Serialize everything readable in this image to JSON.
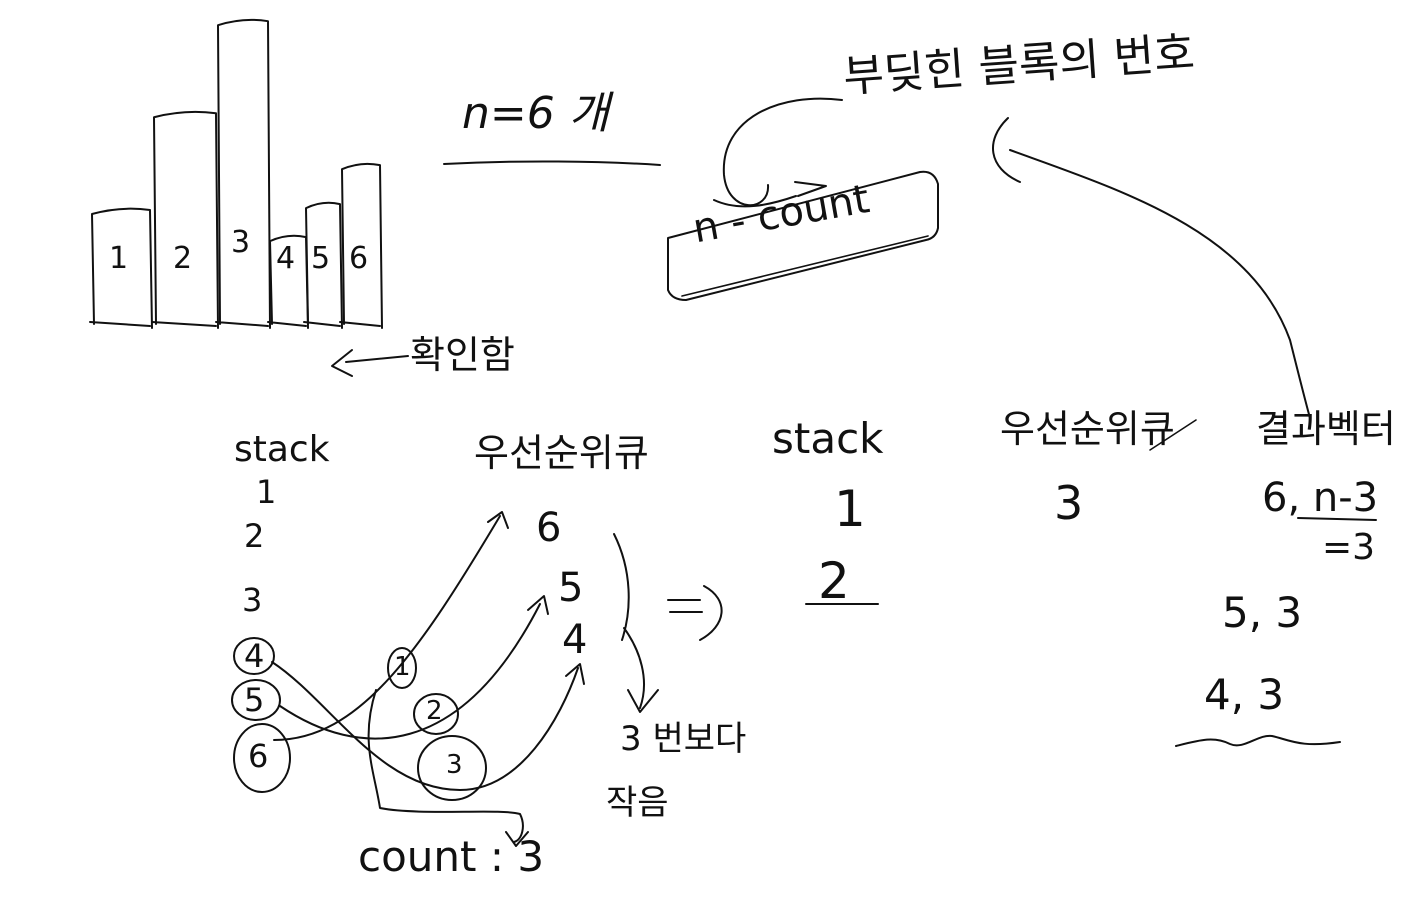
{
  "bars": {
    "labels": [
      "1",
      "2",
      "3",
      "4",
      "5",
      "6"
    ],
    "relative_heights": [
      1.0,
      1.82,
      2.6,
      0.77,
      1.05,
      1.38
    ]
  },
  "header": {
    "n_count_text": "n=6 개",
    "formula_text": "n - count",
    "note_top_right": "부딪힌 블록의 번호",
    "confirm_label": "확인함"
  },
  "left_stack": {
    "title": "stack",
    "items": [
      "1",
      "2",
      "3",
      "4",
      "5",
      "6"
    ]
  },
  "left_priority_queue": {
    "title": "우선순위큐",
    "items": [
      "6",
      "5",
      "4"
    ]
  },
  "circled_order": [
    "1",
    "2",
    "3"
  ],
  "count_text": "count : 3",
  "note_small": "3 번보다",
  "note_small2": "작음",
  "arrow_implies": "=>",
  "right_stack": {
    "title": "stack",
    "items": [
      "1",
      "2"
    ]
  },
  "right_priority_queue": {
    "title": "우선순위큐",
    "items": [
      "3"
    ]
  },
  "result_vector": {
    "title": "결과벡터",
    "rows": [
      "6, n-3",
      "5, 3",
      "4, 3"
    ],
    "sub_note": "=3"
  }
}
